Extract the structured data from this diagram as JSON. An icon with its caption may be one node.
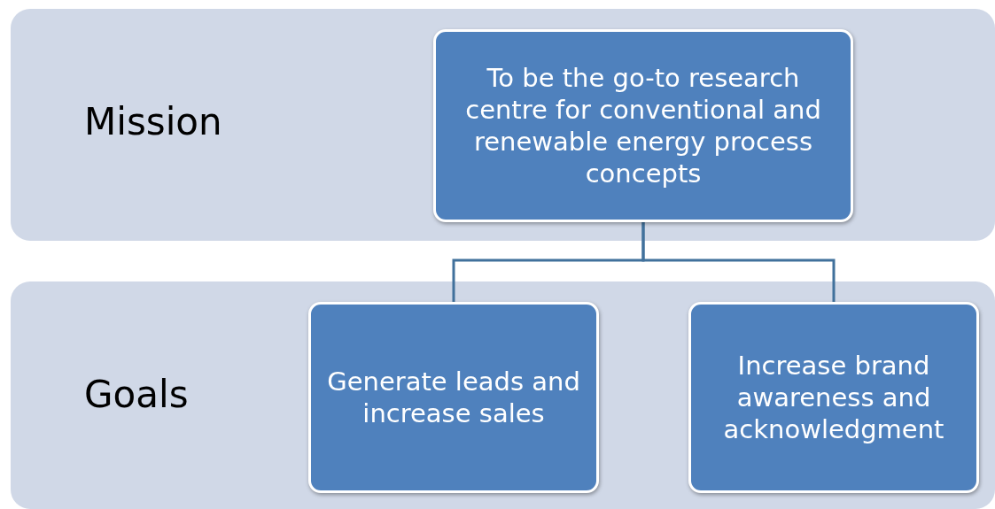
{
  "diagram": {
    "nodes": [
      {
        "text": [
          "Mission"
        ]
      },
      {
        "text": [
          "To be the go-to research centre for conventional and renewable energy process concepts"
        ],
        "in": 0
      },
      {
        "text": [
          "Goals"
        ]
      },
      {
        "text": [
          "Generate leads and increase sales"
        ],
        "in": 2
      },
      {
        "text": [
          "Increase brand awareness and acknowledgment"
        ],
        "in": 2
      }
    ],
    "edges": [
      {
        "from": 1,
        "to": 3,
        "arrow": "none"
      },
      {
        "from": 1,
        "to": 4,
        "arrow": "none"
      }
    ]
  }
}
